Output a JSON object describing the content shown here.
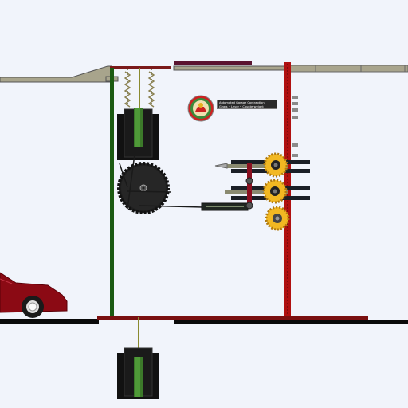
{
  "game": {
    "caption_line1": "Automated Garage Contraption",
    "caption_line2": "Gears • Lever • Counterweight",
    "colors": {
      "background": "#f1f4fb",
      "car_body": "#8b0a14",
      "left_post": "#1b5a12",
      "right_post": "#b01010",
      "gear_dark": "#1f1f1f",
      "gear_gold": "#f2b822",
      "beam": "#a8a48c",
      "floor": "#0a0a0a"
    },
    "objects": {
      "car": "red sports car",
      "main_gear": "large dark saw-tooth gear",
      "small_gears": [
        "gold gear top",
        "gold gear middle",
        "gold gear bottom"
      ],
      "springs": [
        "left spring",
        "right spring"
      ],
      "counterweights": [
        "upper counterweight",
        "lower counterweight"
      ],
      "emblem": "circular emblem"
    }
  }
}
